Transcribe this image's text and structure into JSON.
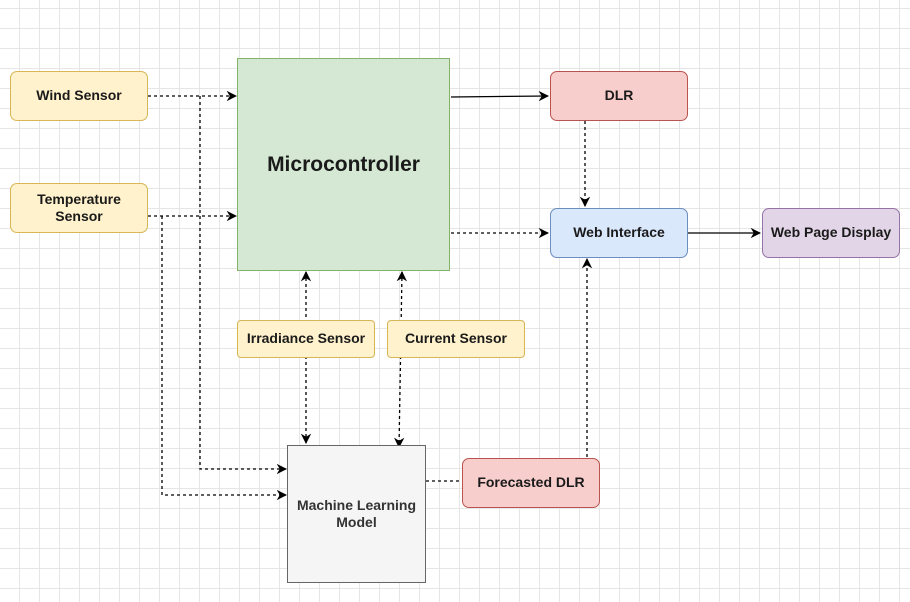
{
  "nodes": {
    "wind_sensor": "Wind Sensor",
    "temperature_sensor": "Temperature Sensor",
    "microcontroller": "Microcontroller",
    "dlr": "DLR",
    "web_interface": "Web Interface",
    "web_page_display": "Web Page Display",
    "irradiance_sensor": "Irradiance Sensor",
    "current_sensor": "Current Sensor",
    "forecasted_dlr": "Forecasted DLR",
    "ml_model": "Machine Learning Model"
  },
  "colors": {
    "sensor_fill": "#fff2cc",
    "dlr_fill": "#f8cecc",
    "web_interface_fill": "#dae8fc",
    "display_fill": "#e1d5e7",
    "microcontroller_fill": "#d5e8d4",
    "ml_fill": "#f5f5f5",
    "edge": "#000000"
  }
}
